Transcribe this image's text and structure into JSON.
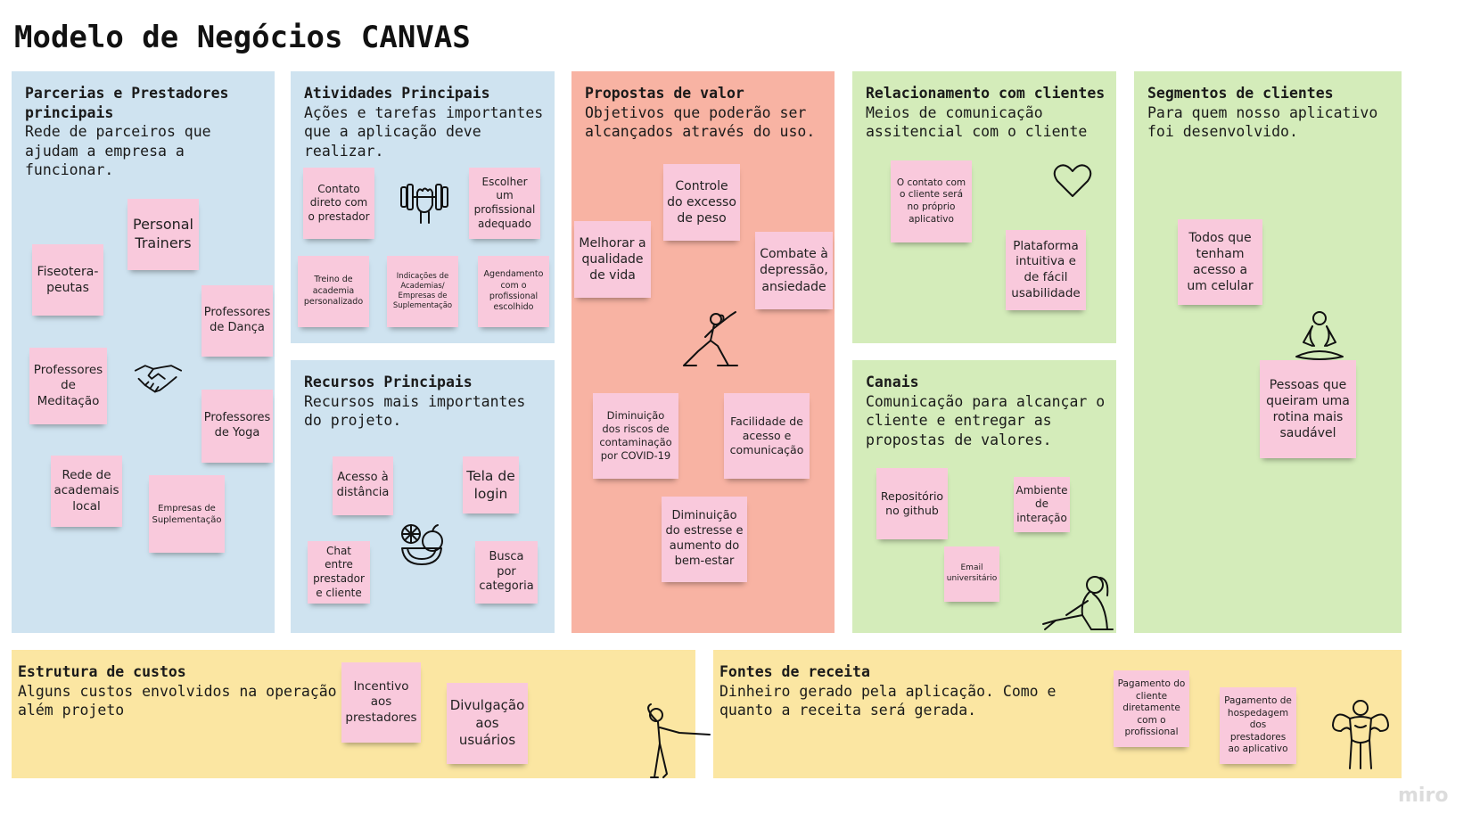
{
  "title": "Modelo de Negócios CANVAS",
  "colors": {
    "blue": "#cfe3f0",
    "salmon": "#f8b3a3",
    "green": "#d4ecba",
    "yellow": "#fbe6a2",
    "note": "#f9c9dc"
  },
  "blocks": {
    "parcerias": {
      "title": "Parcerias e Prestadores principais",
      "desc": "Rede de parceiros que ajudam a empresa a funcionar.",
      "notes": [
        "Personal Trainers",
        "Fiseotera-peutas",
        "Professores de Dança",
        "Professores de Meditação",
        "Professores de Yoga",
        "Rede de academais local",
        "Empresas de Suplementação"
      ]
    },
    "atividades": {
      "title": "Atividades Principais",
      "desc": "Ações e tarefas importantes que a aplicação deve realizar.",
      "notes": [
        "Contato direto com o prestador",
        "Escolher um profissional adequado",
        "Treino de academia personalizado",
        "Indicações de Academias/ Empresas de Suplementação",
        "Agendamento com o profissional escolhido"
      ]
    },
    "recursos": {
      "title": "Recursos Principais",
      "desc": "Recursos mais importantes do projeto.",
      "notes": [
        "Acesso à distância",
        "Tela de login",
        "Chat entre prestador e cliente",
        "Busca por categoria"
      ]
    },
    "propostas": {
      "title": "Propostas de valor",
      "desc": "Objetivos que poderão ser alcançados através do uso.",
      "notes": [
        "Controle do excesso de peso",
        "Melhorar a qualidade de vida",
        "Combate à depressão, ansiedade",
        "Diminuição dos riscos de contaminação por COVID-19",
        "Facilidade de acesso e comunicação",
        "Diminuição do estresse e aumento do bem-estar"
      ]
    },
    "relacionamento": {
      "title": "Relacionamento com clientes",
      "desc": "Meios de comunicação assitencial com o cliente",
      "notes": [
        "O contato com o cliente será no próprio aplicativo",
        "Plataforma intuitiva e de fácil usabilidade"
      ]
    },
    "canais": {
      "title": "Canais",
      "desc": "Comunicação para alcançar o cliente e entregar as propostas de valores.",
      "notes": [
        "Repositório no github",
        "Ambiente de interação",
        "Email universitário"
      ]
    },
    "segmentos": {
      "title": "Segmentos de clientes",
      "desc": "Para quem nosso aplicativo foi desenvolvido.",
      "notes": [
        "Todos que tenham acesso a um celular",
        "Pessoas que queiram uma rotina mais saudável"
      ]
    },
    "custos": {
      "title": "Estrutura de custos",
      "desc": "Alguns custos envolvidos na operação além projeto",
      "notes": [
        "Incentivo aos prestadores",
        "Divulgação aos usuários"
      ]
    },
    "receita": {
      "title": "Fontes de receita",
      "desc": "Dinheiro gerado pela aplicação. Como e quanto a receita será gerada.",
      "notes": [
        "Pagamento do cliente diretamente com o profissional",
        "Pagamento de hospedagem dos prestadores ao aplicativo"
      ]
    }
  },
  "icons": [
    "handshake-icon",
    "dumbbell-fist-icon",
    "fruit-icon",
    "exercise-woman-icon",
    "heart-icon",
    "stretching-woman-icon",
    "meditation-icon",
    "yoga-dancer-icon",
    "strong-man-icon"
  ],
  "watermark": "miro"
}
